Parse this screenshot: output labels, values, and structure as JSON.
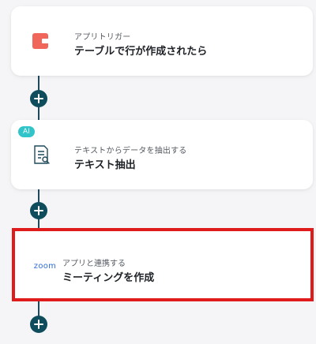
{
  "steps": [
    {
      "subtitle": "アプリトリガー",
      "title": "テーブルで行が作成されたら",
      "icon": "coda-logo-icon"
    },
    {
      "subtitle": "テキストからデータを抽出する",
      "title": "テキスト抽出",
      "icon": "document-search-icon",
      "badge": "AI"
    },
    {
      "subtitle": "アプリと連携する",
      "title": "ミーティングを作成",
      "icon": "zoom-logo-icon",
      "logo_text": "zoom"
    }
  ],
  "colors": {
    "add_button": "#0f4c5c",
    "connector": "#1f4a5c",
    "highlight_border": "#e01b1b",
    "ai_badge": "#31c4c9",
    "coda_logo": "#f0665b",
    "zoom_logo": "#2d6cdf"
  }
}
